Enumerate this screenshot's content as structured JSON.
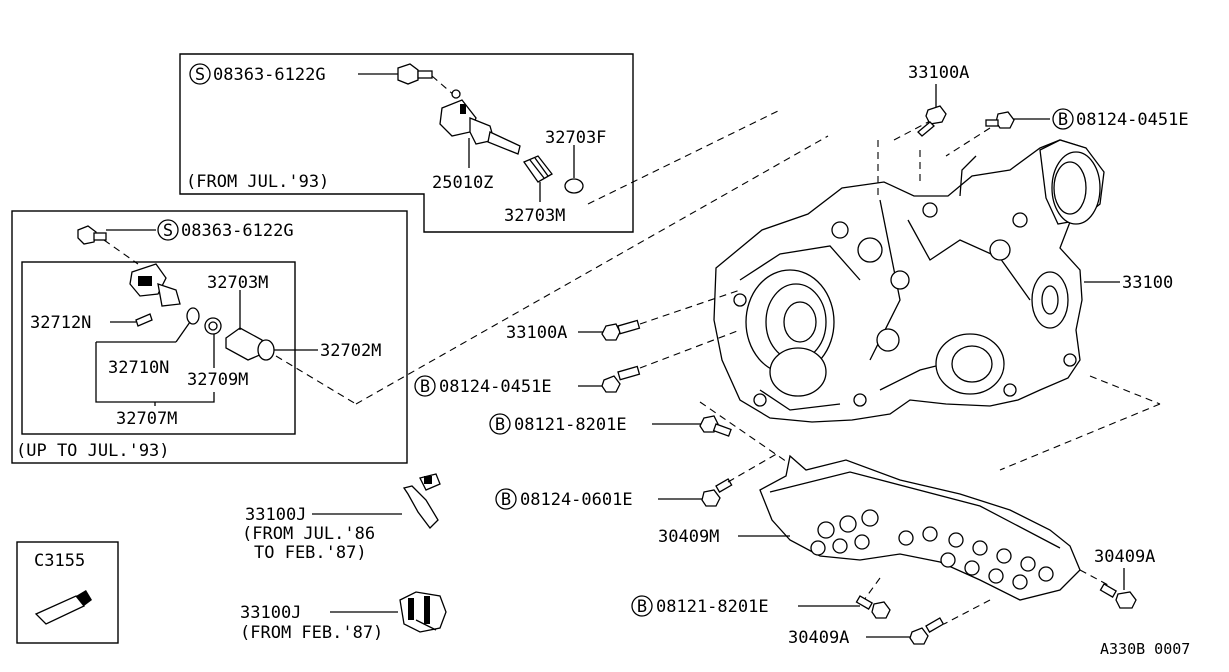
{
  "labels": {
    "top_s_code": "08363-6122G",
    "part_25010z": "25010Z",
    "part_32703f": "32703F",
    "part_32703m_top": "32703M",
    "note_from_jul93": "(FROM JUL.'93)",
    "left_s_code": "08363-6122G",
    "part_32703m_left": "32703M",
    "part_32712n": "32712N",
    "part_32702m": "32702M",
    "part_32710n": "32710N",
    "part_32709m": "32709M",
    "part_32707m": "32707M",
    "note_up_to_jul93": "(UP TO JUL.'93)",
    "part_33100a_top": "33100A",
    "b_08124_0451e_top": "08124-0451E",
    "part_33100": "33100",
    "part_33100a_mid": "33100A",
    "b_08124_0451e_mid": "08124-0451E",
    "b_08121_8201e_mid": "08121-8201E",
    "b_08124_0601e": "08124-0601E",
    "part_30409m": "30409M",
    "part_30409a_right": "30409A",
    "b_08121_8201e_bot": "08121-8201E",
    "part_30409a_bot": "30409A",
    "part_33100j_1": "33100J",
    "note_from_jul86": "(FROM JUL.'86",
    "note_to_feb87": "TO FEB.'87)",
    "part_33100j_2": "33100J",
    "note_from_feb87": "(FROM FEB.'87)",
    "part_c3155": "C3155",
    "diagram_code": "A330B 0007"
  },
  "markers": {
    "s": "S",
    "b": "B"
  }
}
